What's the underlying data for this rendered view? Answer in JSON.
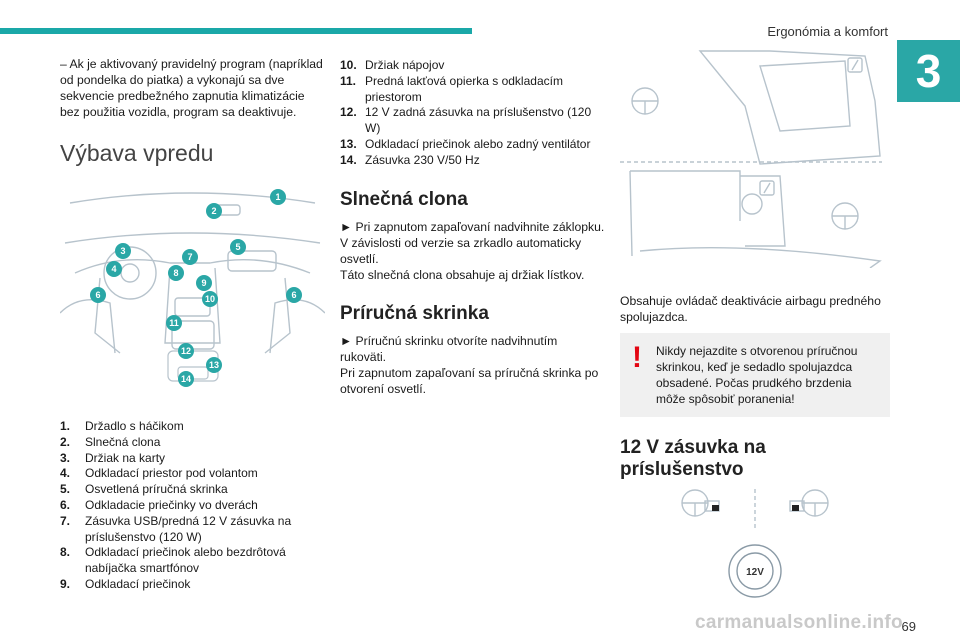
{
  "header": {
    "section_title": "Ergonómia a komfort",
    "chapter_number": "3",
    "page_number": "69",
    "watermark": "carmanualsonline.info"
  },
  "col1": {
    "intro": "– Ak je aktivovaný pravidelný program (napríklad od pondelka do piatka) a vykonajú sa dve sekvencie predbežného zapnutia klimatizácie bez použitia vozidla, program sa deaktivuje.",
    "heading": "Výbava vpredu",
    "badges": [
      "1",
      "2",
      "3",
      "4",
      "5",
      "6",
      "6",
      "7",
      "8",
      "9",
      "10",
      "11",
      "12",
      "13",
      "14"
    ],
    "list": [
      {
        "n": "1.",
        "t": "Držadlo s háčikom"
      },
      {
        "n": "2.",
        "t": "Slnečná clona"
      },
      {
        "n": "3.",
        "t": "Držiak na karty"
      },
      {
        "n": "4.",
        "t": "Odkladací priestor pod volantom"
      },
      {
        "n": "5.",
        "t": "Osvetlená príručná skrinka"
      },
      {
        "n": "6.",
        "t": "Odkladacie priečinky vo dverách"
      },
      {
        "n": "7.",
        "t": "Zásuvka USB/predná 12 V zásuvka na príslušenstvo (120 W)"
      },
      {
        "n": "8.",
        "t": "Odkladací priečinok alebo bezdrôtová nabíjačka smartfónov"
      },
      {
        "n": "9.",
        "t": "Odkladací priečinok"
      }
    ]
  },
  "col2": {
    "list": [
      {
        "n": "10.",
        "t": "Držiak nápojov"
      },
      {
        "n": "11.",
        "t": "Predná lakťová opierka s odkladacím priestorom"
      },
      {
        "n": "12.",
        "t": "12 V zadná zásuvka na príslušenstvo (120 W)"
      },
      {
        "n": "13.",
        "t": "Odkladací priečinok alebo zadný ventilátor"
      },
      {
        "n": "14.",
        "t": "Zásuvka 230 V/50 Hz"
      }
    ],
    "sun_heading": "Slnečná clona",
    "sun_text1": "► Pri zapnutom zapaľovaní nadvihnite záklopku. V závislosti od verzie sa zrkadlo automaticky osvetlí.",
    "sun_text2": "Táto slnečná clona obsahuje aj držiak lístkov.",
    "glove_heading": "Príručná skrinka",
    "glove_text1": "► Príručnú skrinku otvoríte nadvihnutím rukoväti.",
    "glove_text2": "Pri zapnutom zapaľovaní sa príručná skrinka po otvorení osvetlí."
  },
  "col3": {
    "airbag_text": "Obsahuje ovládač deaktivácie airbagu predného spolujazdca.",
    "warning": "Nikdy nejazdite s otvorenou príručnou skrinkou, keď je sedadlo spolujazdca obsadené. Počas prudkého brzdenia môže spôsobiť poranenia!",
    "socket_heading": "12 V zásuvka na príslušenstvo",
    "socket_label": "12V"
  },
  "colors": {
    "accent": "#2aa7a6",
    "warning_red": "#e30613"
  }
}
